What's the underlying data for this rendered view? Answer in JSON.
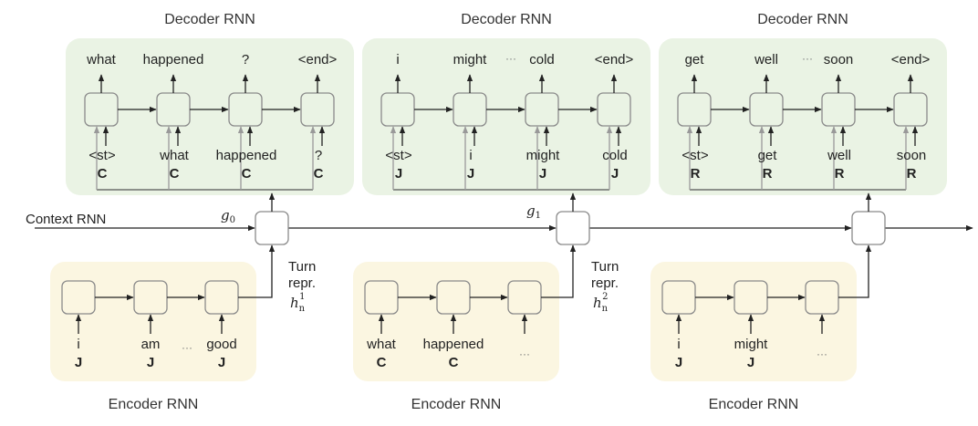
{
  "colors": {
    "decoder_bg": "#eaf3e4",
    "encoder_bg": "#fbf6e1",
    "node_stroke": "#8a8a8a",
    "arrow": "#222222",
    "context_arrow": "#999999"
  },
  "context": {
    "label": "Context RNN",
    "states": [
      "g",
      "g"
    ],
    "state_subscripts": [
      "0",
      "1"
    ],
    "turn_labels": [
      {
        "line1": "Turn",
        "line2": "repr.",
        "var": "h",
        "sub": "n",
        "sup": "1"
      },
      {
        "line1": "Turn",
        "line2": "repr.",
        "var": "h",
        "sub": "n",
        "sup": "2"
      }
    ]
  },
  "decoders": [
    {
      "title": "Decoder RNN",
      "outputs": [
        "what",
        "happened",
        "?",
        "<end>"
      ],
      "inputs": [
        "<st>",
        "what",
        "happened",
        "?"
      ],
      "speakers": [
        "C",
        "C",
        "C",
        "C"
      ],
      "ellipsis": ""
    },
    {
      "title": "Decoder RNN",
      "outputs": [
        "i",
        "might",
        "cold",
        "<end>"
      ],
      "inputs": [
        "<st>",
        "i",
        "might",
        "cold"
      ],
      "speakers": [
        "J",
        "J",
        "J",
        "J"
      ],
      "ellipsis": "···"
    },
    {
      "title": "Decoder RNN",
      "outputs": [
        "get",
        "well",
        "soon",
        "<end>"
      ],
      "inputs": [
        "<st>",
        "get",
        "well",
        "soon"
      ],
      "speakers": [
        "R",
        "R",
        "R",
        "R"
      ],
      "ellipsis": "···"
    }
  ],
  "encoders": [
    {
      "title": "Encoder RNN",
      "inputs": [
        "i",
        "am",
        "good"
      ],
      "speakers": [
        "J",
        "J",
        "J"
      ],
      "ellipsis": "···"
    },
    {
      "title": "Encoder RNN",
      "inputs": [
        "what",
        "happened",
        ""
      ],
      "speakers": [
        "C",
        "C",
        ""
      ],
      "ellipsis": "···"
    },
    {
      "title": "Encoder RNN",
      "inputs": [
        "i",
        "might",
        ""
      ],
      "speakers": [
        "J",
        "J",
        ""
      ],
      "ellipsis": "···"
    }
  ]
}
